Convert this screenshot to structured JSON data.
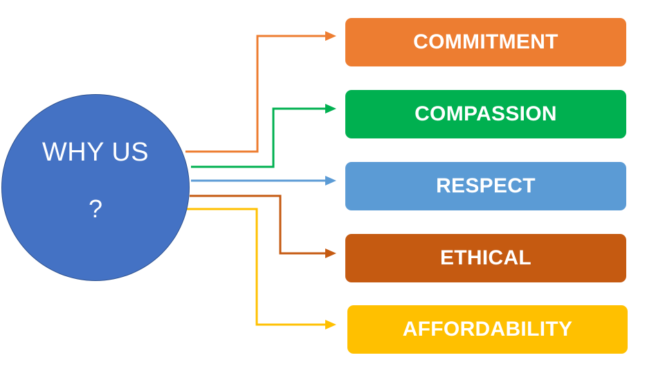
{
  "hub": {
    "line1": "WHY US",
    "line2": "?",
    "color": "#4472c4"
  },
  "values": [
    {
      "label": "COMMITMENT",
      "color": "#ed7d31"
    },
    {
      "label": "COMPASSION",
      "color": "#00b050"
    },
    {
      "label": "RESPECT",
      "color": "#5b9bd5"
    },
    {
      "label": "ETHICAL",
      "color": "#c55a11"
    },
    {
      "label": "AFFORDABILITY",
      "color": "#ffc000"
    }
  ]
}
